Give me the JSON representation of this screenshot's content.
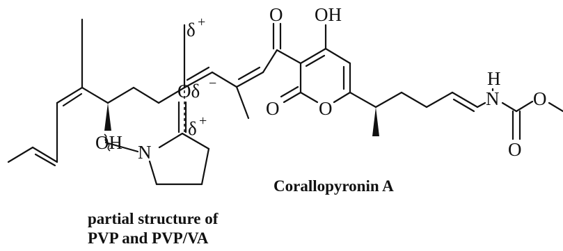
{
  "diagram": {
    "compound_name": "Corallopyronin A",
    "polymer_caption_line1": "partial structure of",
    "polymer_caption_line2": "PVP and PVP/VA",
    "labels": {
      "carbonyl_o": "O",
      "enol_oh": "OH",
      "hydroxyl_oh": "OH",
      "delta_plus_c": "δ",
      "delta_plus_c_sign": "+",
      "delta_minus_o": "Oδ",
      "delta_minus_o_sign": "−",
      "delta_plus_pvp_c": "δ",
      "delta_plus_pvp_c_sign": "+",
      "lactone_o_exo": "O",
      "lactone_o_ring": "O",
      "carbamate_n": "N",
      "carbamate_h": "H",
      "carbamate_o_ether": "O",
      "carbamate_o_carbonyl": "O",
      "pvp_n": "N"
    }
  }
}
